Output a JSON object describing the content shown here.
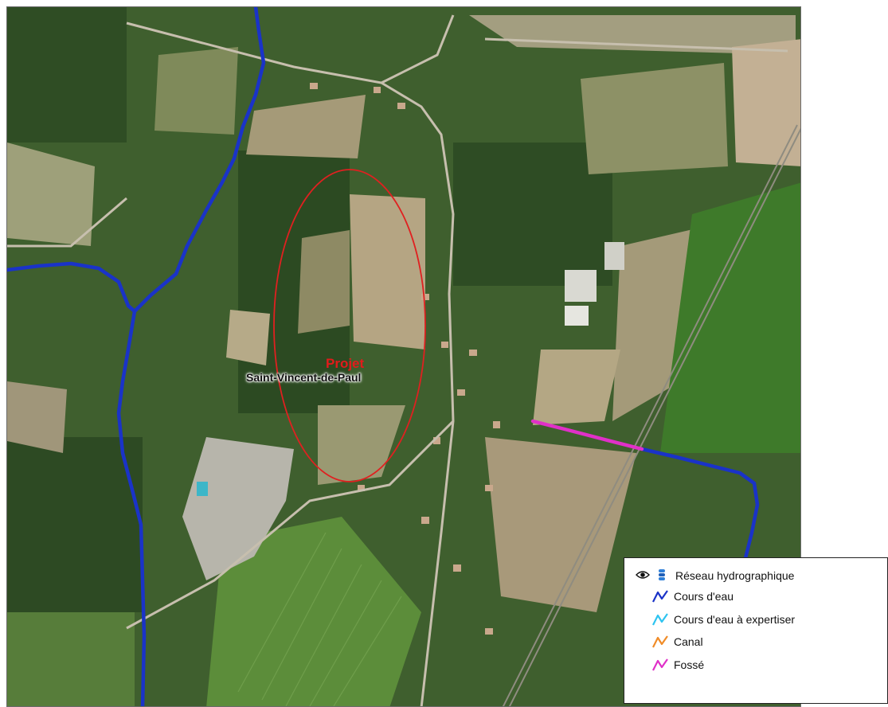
{
  "map": {
    "labels": {
      "project": "Projet",
      "place": "Saint-Vincent-de-Paul"
    },
    "project_outline_color": "#e02020",
    "imagery": "aerial-photo"
  },
  "legend": {
    "title": "Réseau hydrographique",
    "title_icons": [
      "eye-icon",
      "layer-stack-icon"
    ],
    "items": [
      {
        "label": "Cours d'eau",
        "color": "#1a33c8",
        "icon": "wave-line-icon"
      },
      {
        "label": "Cours d'eau à expertiser",
        "color": "#2ec4f0",
        "icon": "wave-line-icon"
      },
      {
        "label": "Canal",
        "color": "#f08c28",
        "icon": "wave-line-icon"
      },
      {
        "label": "Fossé",
        "color": "#e030c8",
        "icon": "wave-line-icon"
      }
    ]
  }
}
